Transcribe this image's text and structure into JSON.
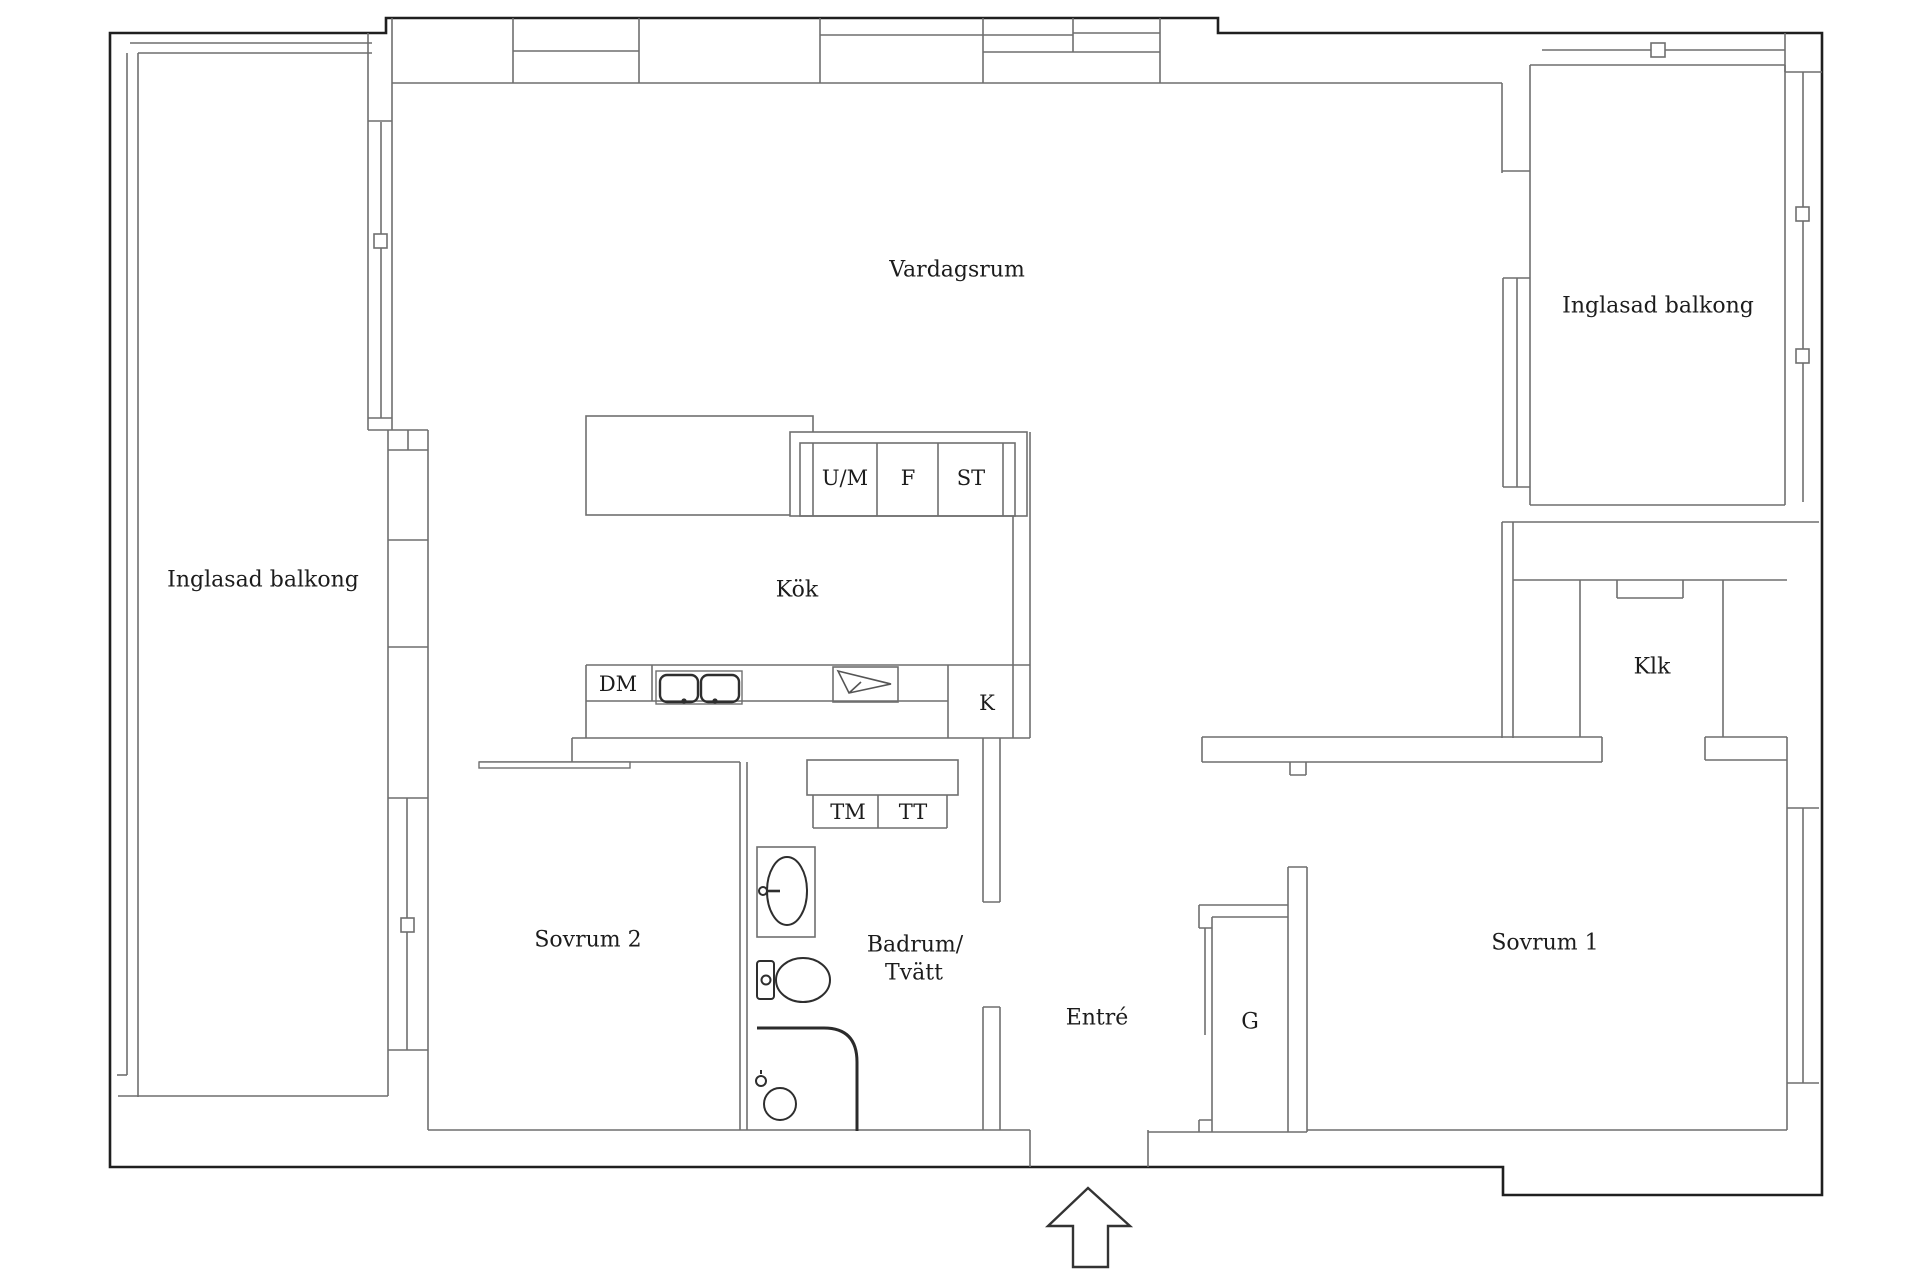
{
  "floorplan": {
    "rooms": {
      "living_room": "Vardagsrum",
      "kitchen": "Kök",
      "bedroom_1": "Sovrum 1",
      "bedroom_2": "Sovrum 2",
      "bathroom_line_1": "Badrum/",
      "bathroom_line_2": "Tvätt",
      "entrance": "Entré",
      "walk_in_closet": "Klk",
      "balcony_left": "Inglasad balkong",
      "balcony_right": "Inglasad balkong"
    },
    "appliances": {
      "um": "U/M",
      "f": "F",
      "st": "ST",
      "dm": "DM",
      "k": "K",
      "tm": "TM",
      "tt": "TT",
      "g": "G"
    },
    "colors": {
      "background": "#ffffff",
      "wall_outer": "#1f1f1f",
      "wall_inner": "#6f6f6f",
      "fixture": "#2e2e2e",
      "text": "#1c1c1c"
    }
  }
}
